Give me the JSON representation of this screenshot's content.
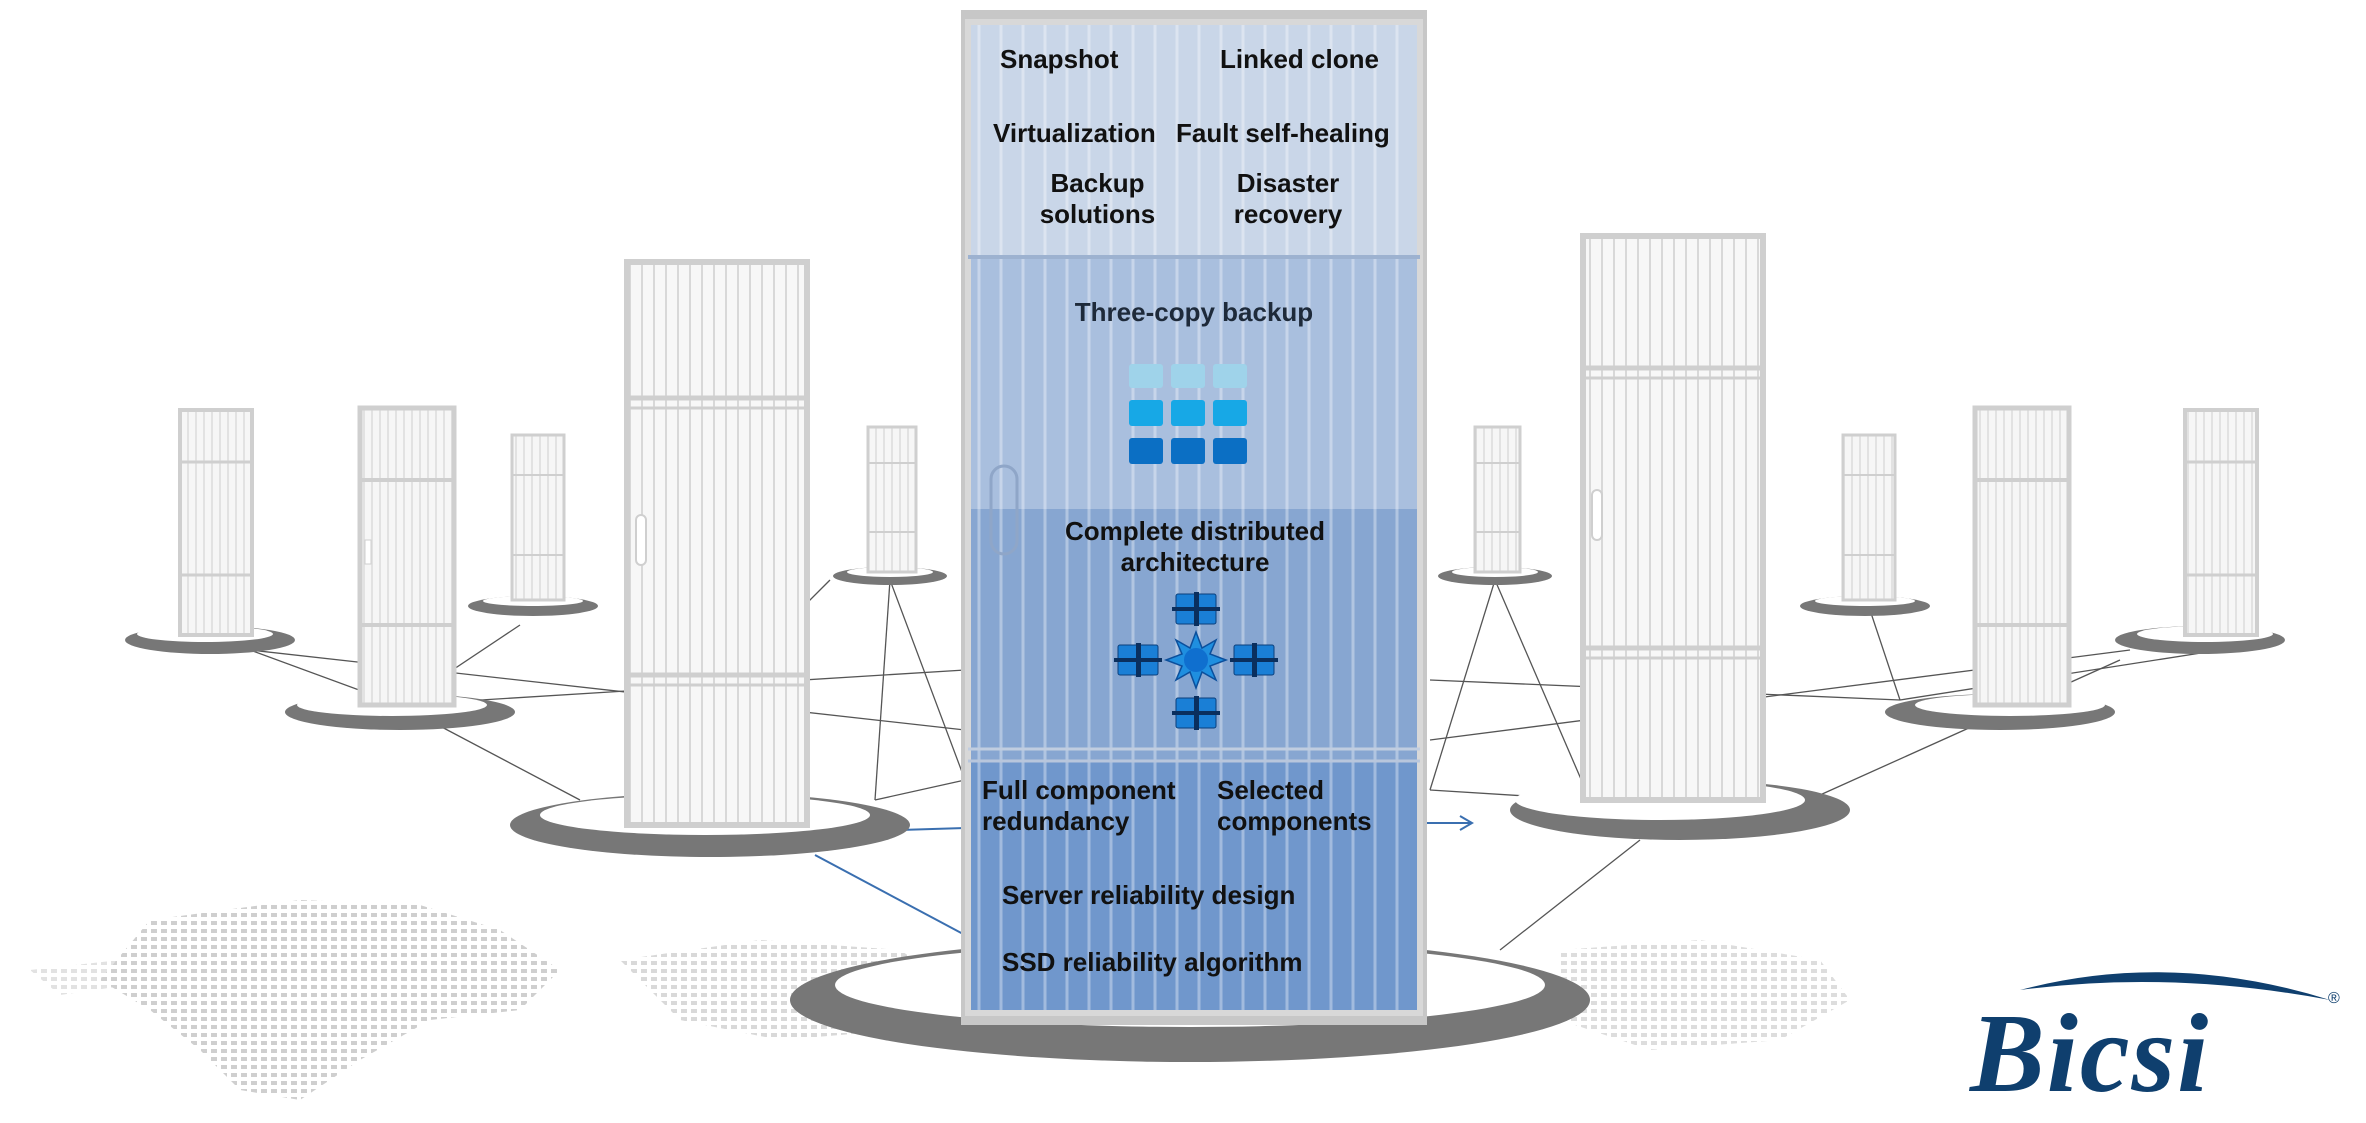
{
  "diagram": {
    "top_section": {
      "snapshot": "Snapshot",
      "linked_clone": "Linked clone",
      "virtualization": "Virtualization",
      "fault_self_healing": "Fault self-healing",
      "backup_solutions": "Backup solutions",
      "disaster_recovery": "Disaster recovery"
    },
    "backup_section": {
      "title": "Three-copy backup"
    },
    "distributed_section": {
      "title": "Complete distributed architecture"
    },
    "bottom_section": {
      "full_component_redundancy": "Full component redundancy",
      "selected_components": "Selected components",
      "server_reliability_design": "Server reliability design",
      "ssd_reliability_algorithm": "SSD reliability algorithm"
    }
  },
  "logo": {
    "text": "Bicsi",
    "mark": "®"
  },
  "colors": {
    "brand_dark_blue": "#0f3f6e",
    "tier_light": "#c9d6e8",
    "tier_mid": "#a8bfdd",
    "tier_dark": "#7fa1cf",
    "tier_bottom": "#6f94c8"
  }
}
